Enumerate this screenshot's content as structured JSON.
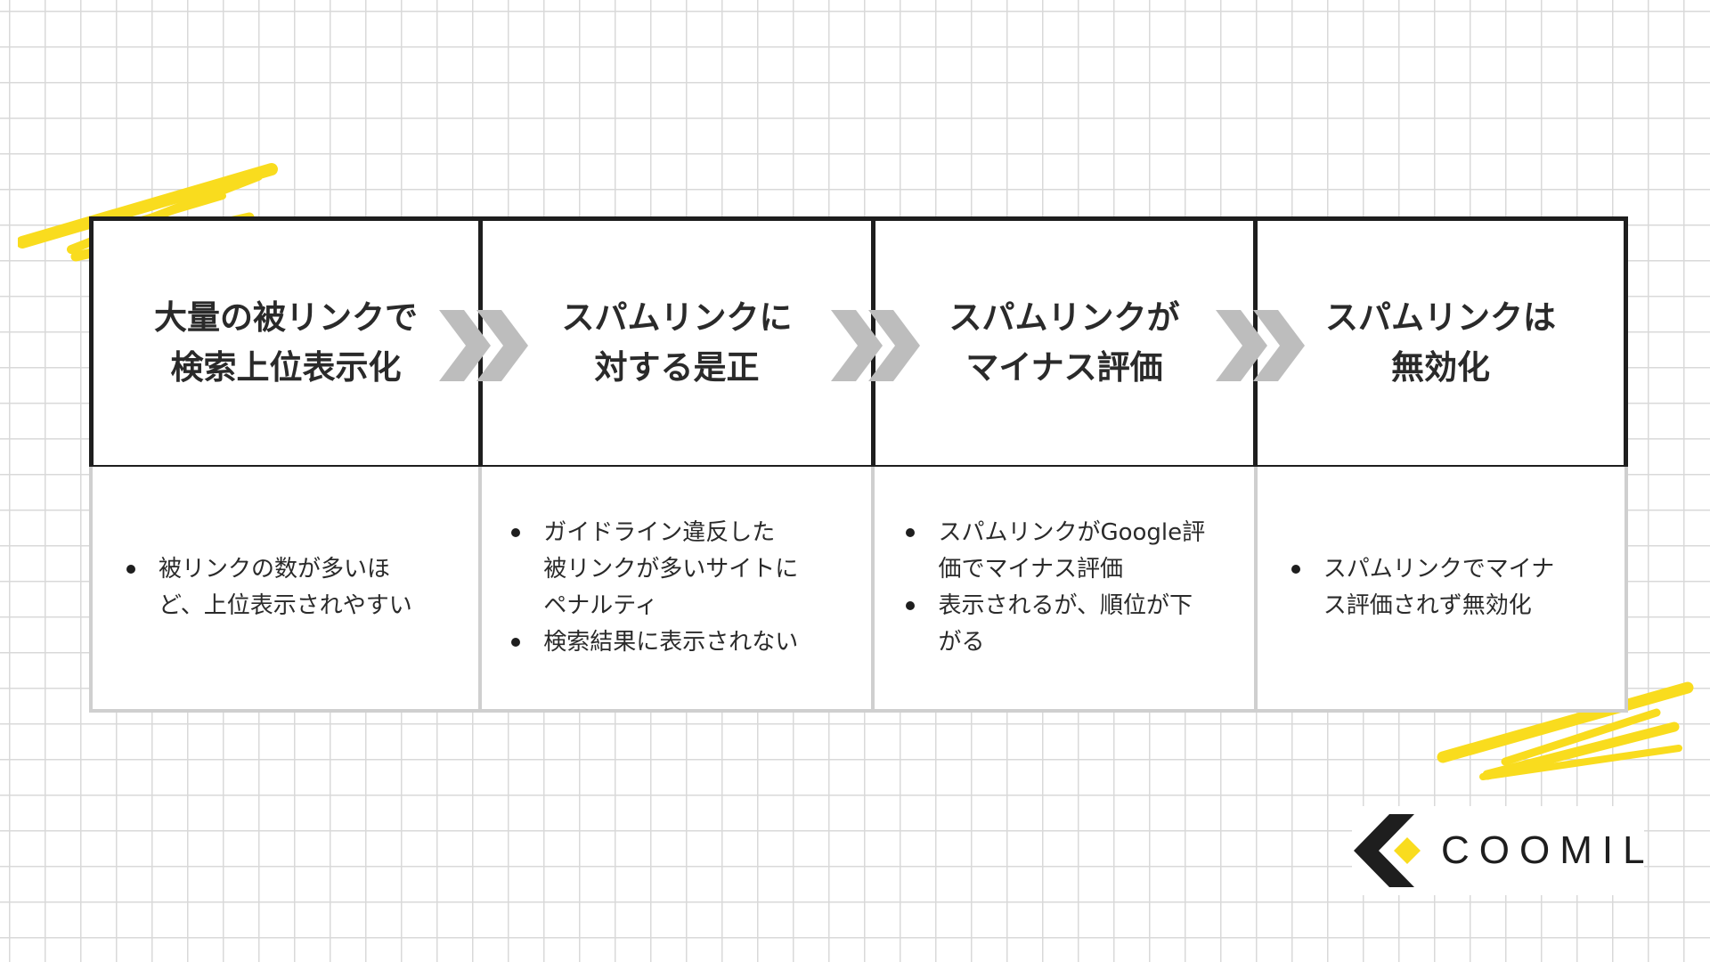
{
  "steps": [
    {
      "title": "大量の被リンクで\n検索上位表示化",
      "bullets": [
        "被リンクの数が多いほ\nど、上位表示されやすい"
      ]
    },
    {
      "title": "スパムリンクに\n対する是正",
      "bullets": [
        "ガイドライン違反した\n被リンクが多いサイトに\nペナルティ",
        "検索結果に表示されない"
      ]
    },
    {
      "title": "スパムリンクが\nマイナス評価",
      "bullets": [
        "スパムリンクがGoogle評\n価でマイナス評価",
        "表示されるが、順位が下\nがる"
      ]
    },
    {
      "title": "スパムリンクは\n無効化",
      "bullets": [
        "スパムリンクでマイナ\nス評価されず無効化"
      ]
    }
  ],
  "logo": {
    "text": "COOMIL",
    "icon": "chevron-diamond-logo-icon"
  },
  "colors": {
    "accent_yellow": "#f9dc1e",
    "border_dark": "#1e1e1e",
    "border_light": "#cfcfcf",
    "arrow_gray": "#bdbdbd",
    "grid": "#d9d9d9"
  }
}
